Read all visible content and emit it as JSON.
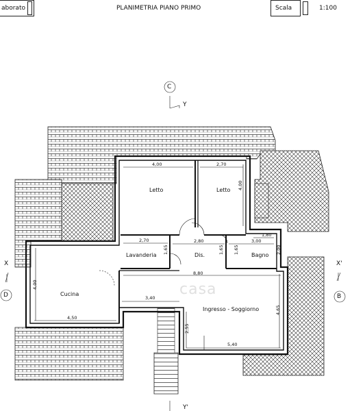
{
  "header": {
    "left_label": "aborato",
    "title": "PLANIMETRIA PIANO PRIMO",
    "scale_label": "Scala",
    "scale_value": "1:100"
  },
  "axes": {
    "top_circle": "C",
    "left_circle": "D",
    "right_circle": "B",
    "y": "Y",
    "y_prime": "Y'",
    "x": "X",
    "x_prime": "X'"
  },
  "rooms": {
    "letto_1": "Letto",
    "letto_2": "Letto",
    "lavanderia": "Lavanderia",
    "dis": "Dis.",
    "bagno": "Bagno",
    "cucina": "Cucina",
    "ingresso": "Ingresso - Soggiorno"
  },
  "dimensions": {
    "d_400_top": "4,00",
    "d_270_top": "2,70",
    "d_400_right": "4,00",
    "d_180": "1,80",
    "d_270_lav": "2,70",
    "d_280": "2,80",
    "d_300": "3,00",
    "d_165_a": "1,65",
    "d_165_b": "1,65",
    "d_165_c": "1,65",
    "d_200": "2,00",
    "d_880": "8,80",
    "d_400_cucina": "4,00",
    "d_340": "3,40",
    "d_450": "4,50",
    "d_255": "2,55",
    "d_465": "4,65",
    "d_540": "5,40"
  },
  "watermark": "casa",
  "colors": {
    "line": "#111111",
    "hatch": "#333333",
    "background": "#ffffff"
  }
}
